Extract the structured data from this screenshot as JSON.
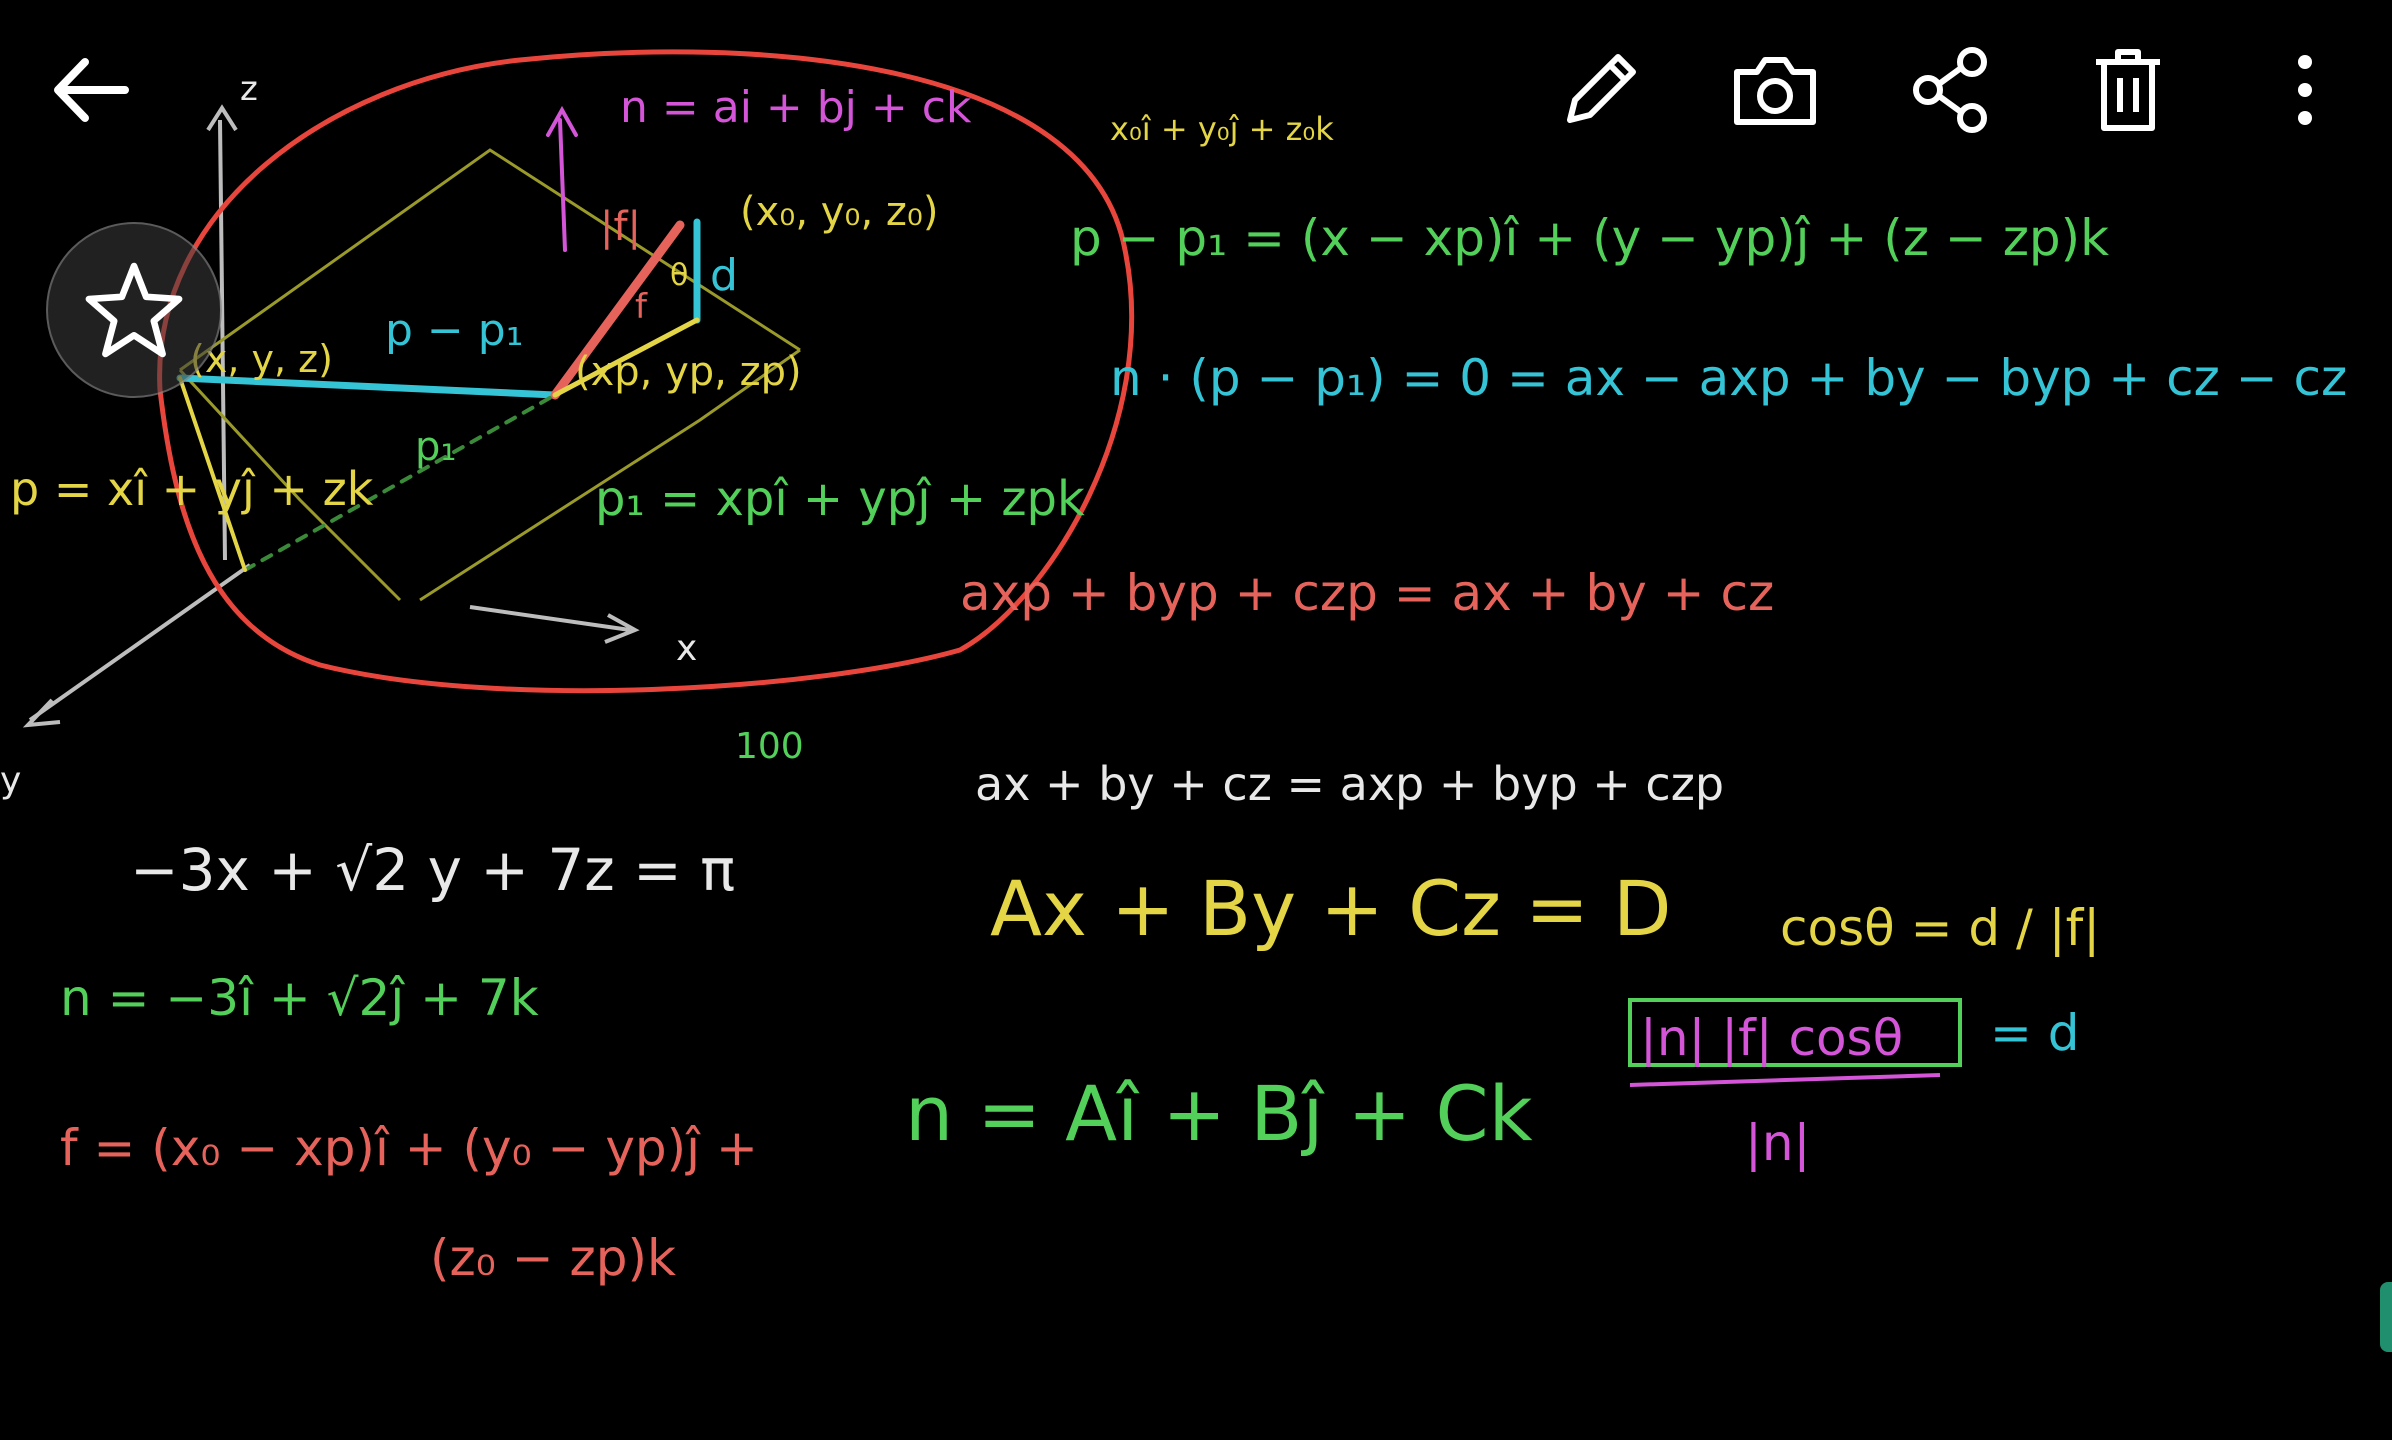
{
  "colors": {
    "background": "#000000",
    "icon": "#ffffff",
    "circle": "#e8463c",
    "yellow": "#e3d545",
    "green": "#52d05a",
    "cyan": "#35c3d6",
    "pink": "#e6635c",
    "magenta": "#d455d8",
    "white": "#e8e8e8",
    "olive": "#9a9a2a"
  },
  "toolbar": {
    "back_icon": "arrow-left-icon",
    "edit_icon": "pencil-icon",
    "camera_icon": "camera-icon",
    "share_icon": "share-icon",
    "delete_icon": "trash-icon",
    "more_icon": "more-vert-icon",
    "favorite_icon": "star-icon"
  },
  "drawing": {
    "axes": {
      "z": "z",
      "x": "x",
      "y": "y"
    },
    "labels": {
      "n_def": "n = ai + bj + ck",
      "p0_coords_top": "x₀î + y₀ĵ + z₀k",
      "f_len": "|f|",
      "p0_point": "(x₀, y₀, z₀)",
      "d": "d",
      "f_letter": "f",
      "theta": "θ",
      "xyz_point": "(x, y, z)",
      "p_minus_p1_blue": "p − p₁",
      "xp_point": "(xp, yp, zp)",
      "p1_vec": "p₁",
      "p_def": "p = xî + yĵ + zk",
      "p1_def": "p₁ = xpî + ypĵ + zpk"
    },
    "right_equations": {
      "p_minus_p1": "p − p₁ = (x − xp)î + (y − yp)ĵ + (z − zp)k",
      "n_dot": "n · (p − p₁) = 0 = ax − axp + by − byp + cz − cz",
      "expanded_equal": "axp + byp + czp = ax + by + cz",
      "ax_by_cz": "ax + by + cz = axp + byp + czp",
      "capital": "Ax + By + Cz = D",
      "cos_theta": "cosθ = d / |f|",
      "n_capital": "n = Aî + Bĵ + Ck",
      "fraction_num": "|n| |f| cosθ",
      "fraction_den": "|n|",
      "equals_d": "= d"
    },
    "left_equations": {
      "plane_example": "−3x + √2 y + 7z = π",
      "plane_rhs_note": "100",
      "n_example": "n = −3î + √2ĵ + 7k",
      "f_def_1": "f = (x₀ − xp)î + (y₀ − yp)ĵ +",
      "f_def_2": "(z₀ − zp)k"
    }
  }
}
